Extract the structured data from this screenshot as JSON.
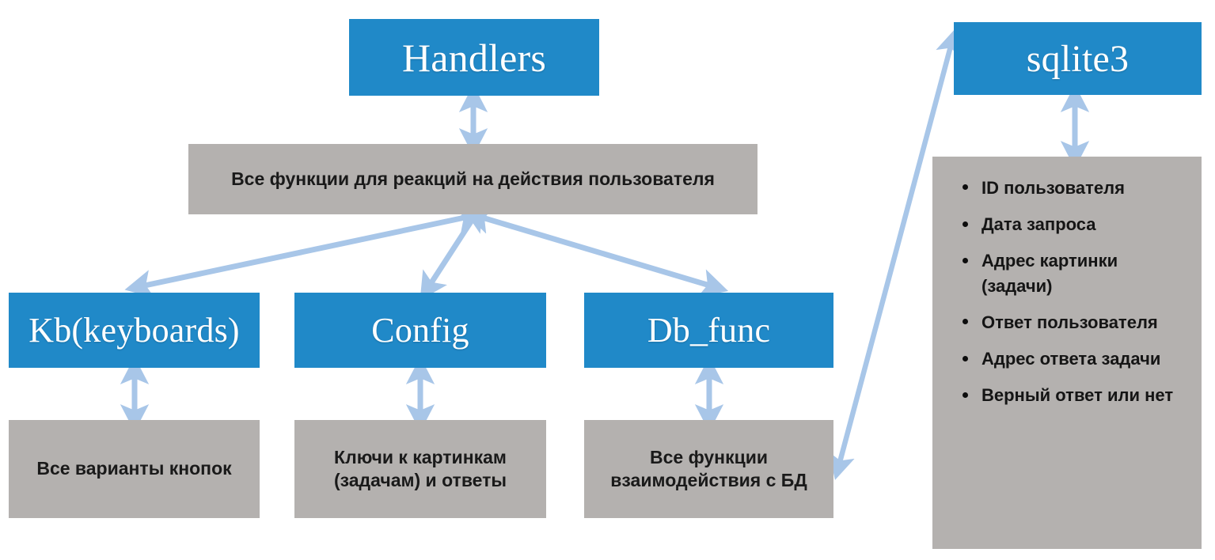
{
  "diagram": {
    "title": "Telegram bot architecture diagram",
    "colors": {
      "box_blue": "#2089c8",
      "box_gray": "#b4b1af",
      "arrow_blue": "#a8c6e8",
      "background": "#ffffff"
    },
    "nodes": {
      "handlers": "Handlers",
      "handlers_desc": "Все функции для реакций на действия  пользователя",
      "kb": "Kb(keyboards)",
      "kb_desc": "Все варианты кнопок",
      "config": "Config",
      "config_desc_line1": "Ключи к картинкам",
      "config_desc_line2": "(задачам) и ответы",
      "dbfunc": "Db_func",
      "dbfunc_desc_line1": "Все функции",
      "dbfunc_desc_line2": "взаимодействия с БД",
      "sqlite": "sqlite3"
    },
    "sqlite_fields": [
      "ID пользователя",
      "Дата запроса",
      "Адрес картинки (задачи)",
      "Ответ пользователя",
      "Адрес ответа задачи",
      "Верный ответ или нет"
    ],
    "connections": [
      {
        "from": "handlers",
        "to": "handlers_desc",
        "style": "double-arrow-vertical"
      },
      {
        "from": "handlers_desc",
        "to": "kb",
        "style": "double-arrow-diagonal"
      },
      {
        "from": "handlers_desc",
        "to": "config",
        "style": "double-arrow-diagonal"
      },
      {
        "from": "handlers_desc",
        "to": "dbfunc",
        "style": "double-arrow-diagonal"
      },
      {
        "from": "kb",
        "to": "kb_desc",
        "style": "double-arrow-vertical"
      },
      {
        "from": "config",
        "to": "config_desc",
        "style": "double-arrow-vertical"
      },
      {
        "from": "dbfunc",
        "to": "dbfunc_desc",
        "style": "double-arrow-vertical"
      },
      {
        "from": "dbfunc_desc",
        "to": "sqlite",
        "style": "double-arrow-diagonal-long"
      },
      {
        "from": "sqlite",
        "to": "sqlite_fields",
        "style": "double-arrow-vertical"
      }
    ]
  }
}
